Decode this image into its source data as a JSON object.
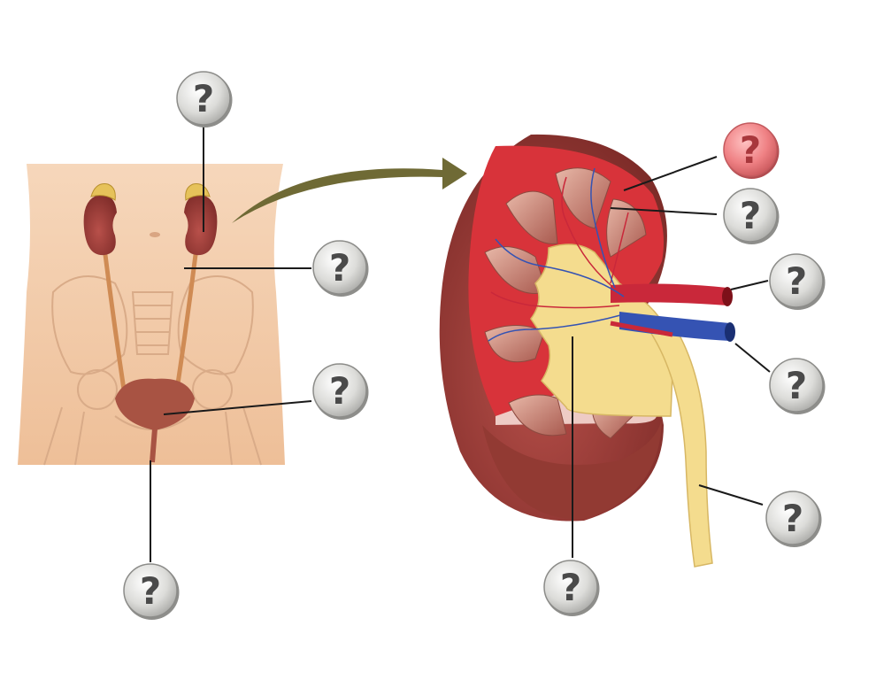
{
  "labels": [
    {
      "id": "adrenal-kidney-pointer",
      "text": "?",
      "state": "default"
    },
    {
      "id": "ureter-pointer",
      "text": "?",
      "state": "default"
    },
    {
      "id": "bladder-pointer",
      "text": "?",
      "state": "default"
    },
    {
      "id": "urethra-pointer",
      "text": "?",
      "state": "default"
    },
    {
      "id": "renal-cortex-pointer",
      "text": "?",
      "state": "highlighted"
    },
    {
      "id": "renal-medulla-pointer",
      "text": "?",
      "state": "default"
    },
    {
      "id": "renal-artery-pointer",
      "text": "?",
      "state": "default"
    },
    {
      "id": "renal-vein-pointer",
      "text": "?",
      "state": "default"
    },
    {
      "id": "kidney-ureter-pointer",
      "text": "?",
      "state": "default"
    },
    {
      "id": "renal-pelvis-pointer",
      "text": "?",
      "state": "default"
    }
  ],
  "colors": {
    "default_button": "#d6d6d3",
    "highlight_button": "#e8777a",
    "skin": "#f1c9a6",
    "kidney": "#8f3a36",
    "cortex": "#d8333a",
    "pelvis": "#f4dc8e",
    "artery": "#c9283a",
    "vein": "#3553b3",
    "arrow": "#6f6a35"
  }
}
